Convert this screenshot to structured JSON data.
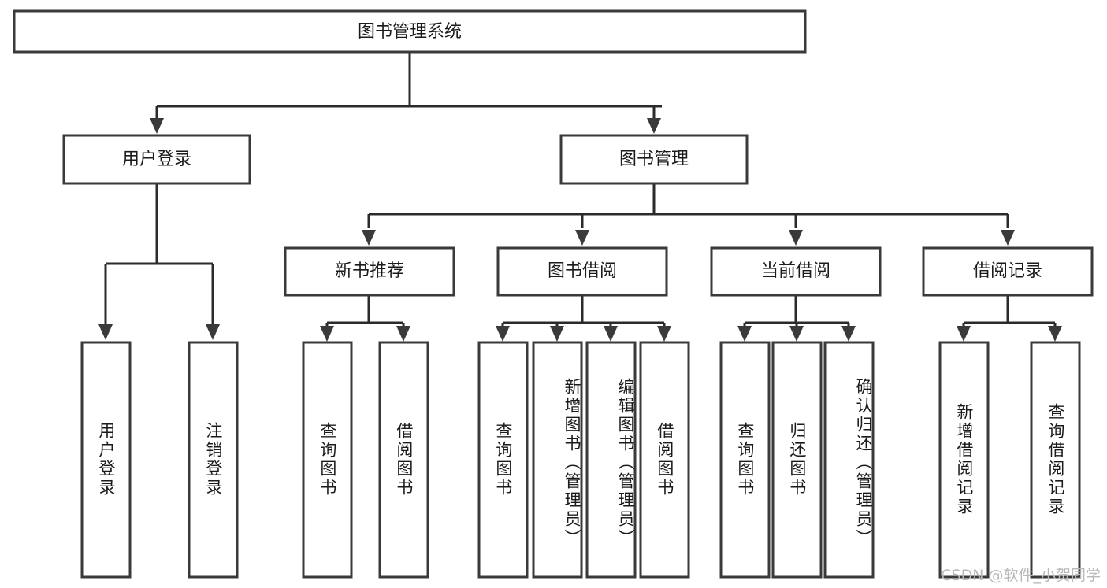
{
  "diagram": {
    "type": "tree",
    "title": "图书管理系统",
    "watermark": "CSDN @软件_小贺同学",
    "root": {
      "id": "root",
      "label": "图书管理系统"
    },
    "level2": [
      {
        "id": "user-login",
        "label": "用户登录"
      },
      {
        "id": "book-management",
        "label": "图书管理"
      }
    ],
    "level3": [
      {
        "id": "new-book-recommend",
        "label": "新书推荐",
        "parent": "book-management"
      },
      {
        "id": "book-borrow",
        "label": "图书借阅",
        "parent": "book-management"
      },
      {
        "id": "current-borrow",
        "label": "当前借阅",
        "parent": "book-management"
      },
      {
        "id": "borrow-record",
        "label": "借阅记录",
        "parent": "book-management"
      }
    ],
    "leaves": [
      {
        "id": "leaf-user-login",
        "label": "用户登录",
        "parent": "user-login"
      },
      {
        "id": "leaf-logout-login",
        "label": "注销登录",
        "parent": "user-login"
      },
      {
        "id": "leaf-query-book-1",
        "label": "查询图书",
        "parent": "new-book-recommend"
      },
      {
        "id": "leaf-borrow-book-1",
        "label": "借阅图书",
        "parent": "new-book-recommend"
      },
      {
        "id": "leaf-query-book-2",
        "label": "查询图书",
        "parent": "book-borrow"
      },
      {
        "id": "leaf-add-book",
        "label": "新增图书（管理员）",
        "parent": "book-borrow"
      },
      {
        "id": "leaf-edit-book",
        "label": "编辑图书（管理员）",
        "parent": "book-borrow"
      },
      {
        "id": "leaf-borrow-book-2",
        "label": "借阅图书",
        "parent": "book-borrow"
      },
      {
        "id": "leaf-query-book-3",
        "label": "查询图书",
        "parent": "current-borrow"
      },
      {
        "id": "leaf-return-book",
        "label": "归还图书",
        "parent": "current-borrow"
      },
      {
        "id": "leaf-confirm-return",
        "label": "确认归还（管理员）",
        "parent": "current-borrow"
      },
      {
        "id": "leaf-add-record",
        "label": "新增借阅记录",
        "parent": "borrow-record"
      },
      {
        "id": "leaf-query-record",
        "label": "查询借阅记录",
        "parent": "borrow-record"
      }
    ],
    "colors": {
      "background": "#ffffff",
      "box_fill": "#ffffff",
      "box_stroke": "#3a3a3a",
      "edge": "#2b2b2b",
      "text": "#1b1b1b",
      "watermark": "#b9b9b9"
    }
  }
}
